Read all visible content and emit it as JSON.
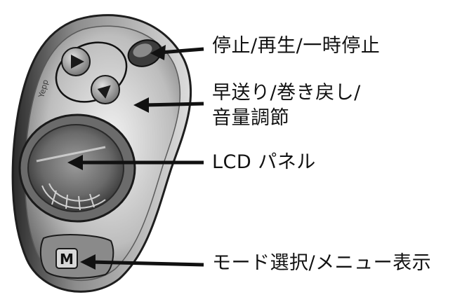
{
  "callouts": {
    "playback": "停止/再生/一時停止",
    "seek_line1": "早送り/巻き戻し/",
    "seek_line2": "音量調節",
    "lcd": "LCD パネル",
    "mode": "モード選択/メニュー表示"
  },
  "device": {
    "brand_text": "Yepp",
    "mode_key_letter": "M"
  },
  "colors": {
    "ink": "#111111",
    "body_light": "#d6d6d6",
    "body_mid": "#9a9a9a",
    "body_dark": "#3a3a3a"
  }
}
